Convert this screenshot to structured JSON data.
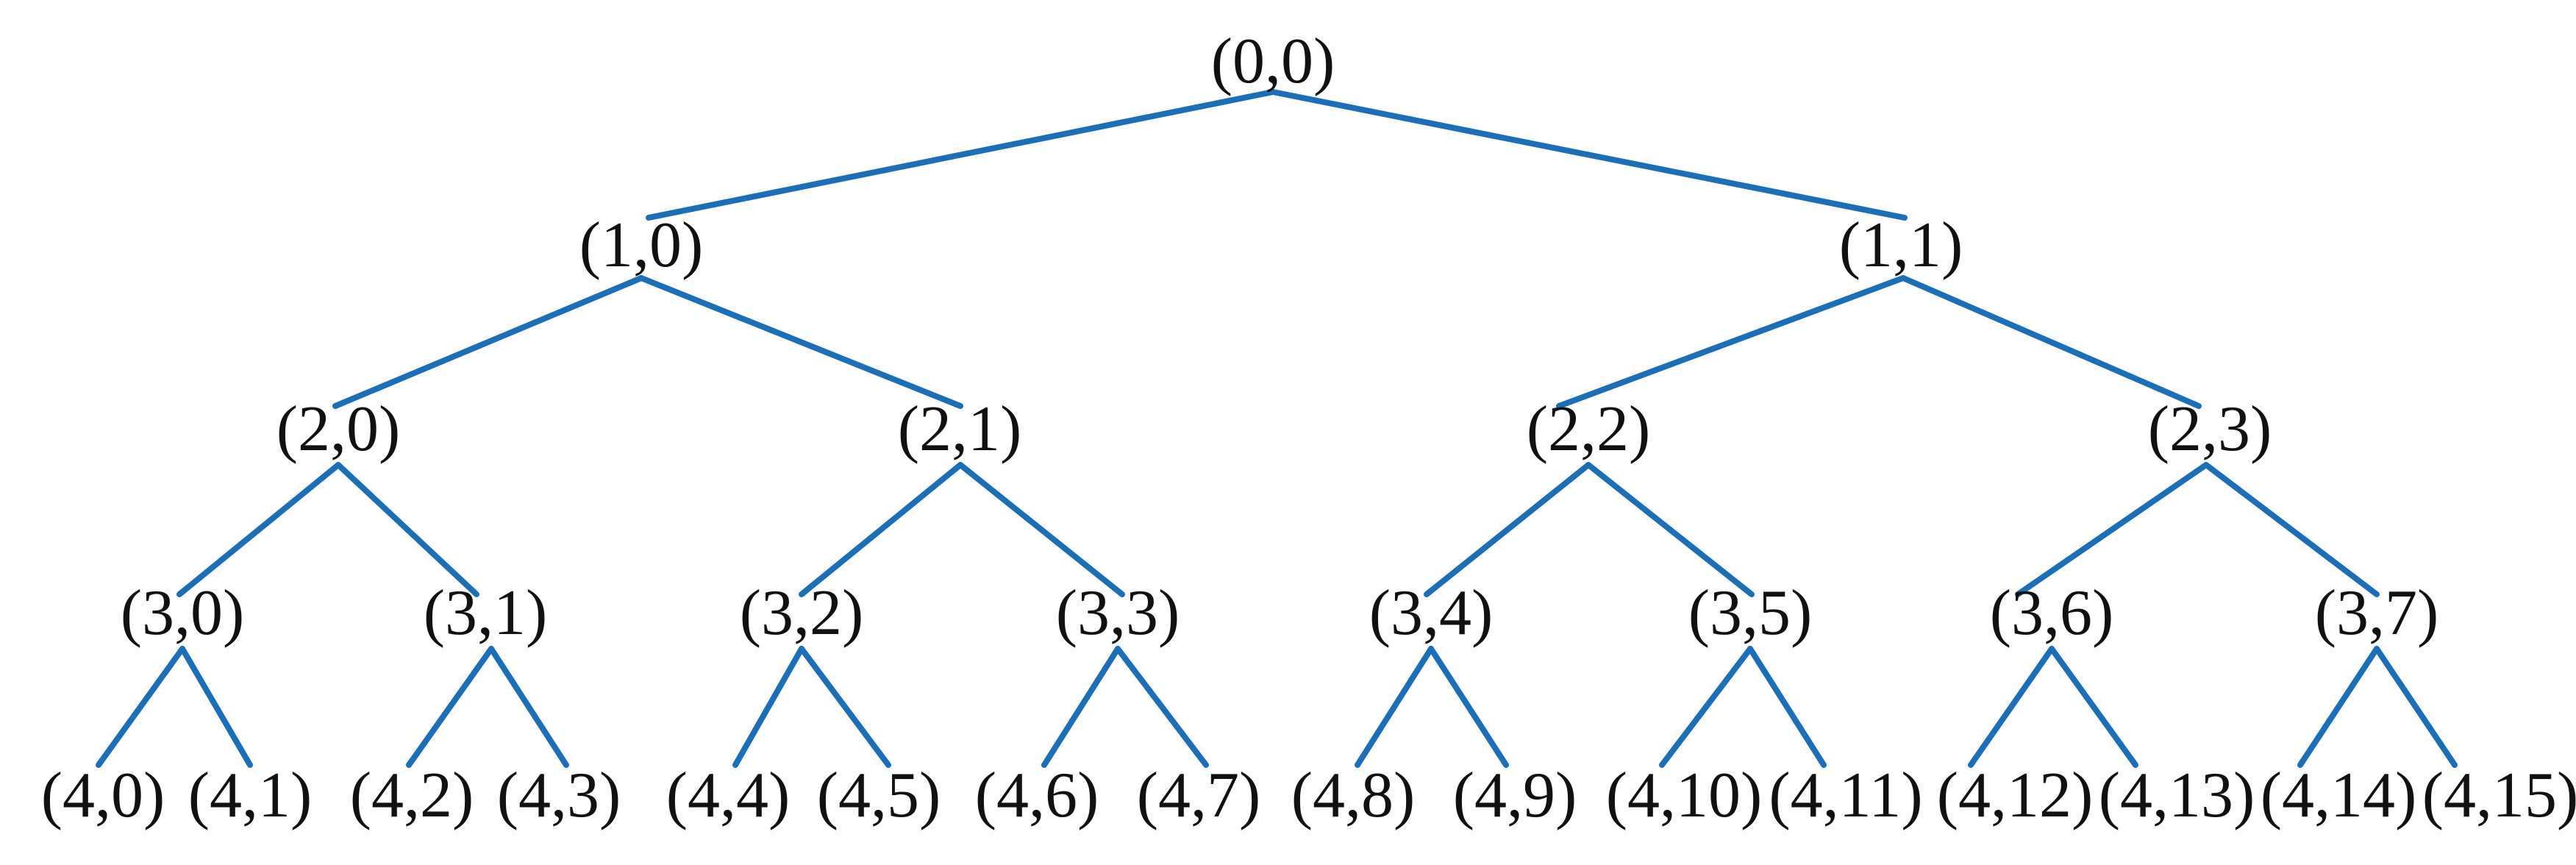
{
  "colors": {
    "edge": "#1a6fb8",
    "text": "#111111"
  },
  "tree": {
    "levels": [
      [
        "(0,0)"
      ],
      [
        "(1,0)",
        "(1,1)"
      ],
      [
        "(2,0)",
        "(2,1)",
        "(2,2)",
        "(2,3)"
      ],
      [
        "(3,0)",
        "(3,1)",
        "(3,2)",
        "(3,3)",
        "(3,4)",
        "(3,5)",
        "(3,6)",
        "(3,7)"
      ],
      [
        "(4,0)",
        "(4,1)",
        "(4,2)",
        "(4,3)",
        "(4,4)",
        "(4,5)",
        "(4,6)",
        "(4,7)",
        "(4,8)",
        "(4,9)",
        "(4,10)",
        "(4,11)",
        "(4,12)",
        "(4,13)",
        "(4,14)",
        "(4,15)"
      ]
    ]
  }
}
